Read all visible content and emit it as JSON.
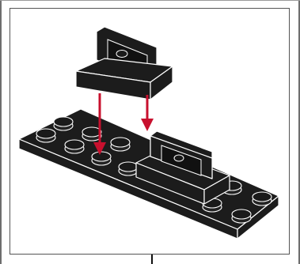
{
  "colors": {
    "brick": "#1c1c1c",
    "brick_edge": "#ffffff",
    "arrow": "#c8102e",
    "frame": "#555555"
  },
  "illustration": {
    "parts": [
      "plate-brick",
      "bracket-brick",
      "bracket-brick-placed"
    ],
    "arrow_count": 2
  }
}
